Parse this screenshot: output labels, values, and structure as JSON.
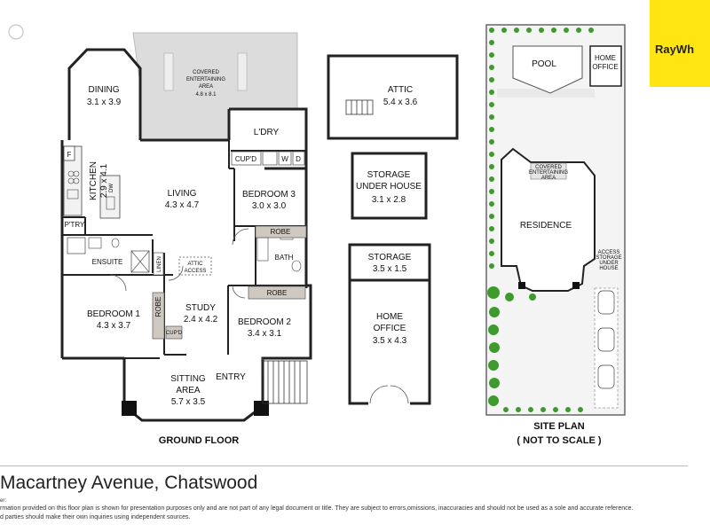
{
  "rooms": {
    "dining": {
      "name": "DINING",
      "size": "3.1 x 3.9"
    },
    "covered": {
      "line1": "COVERED",
      "line2": "ENTERTAINING",
      "line3": "AREA",
      "size": "4.8 x 8.1"
    },
    "kitchen": {
      "name": "KITCHEN",
      "size": "2.9 x 4.1"
    },
    "living": {
      "name": "LIVING",
      "size": "4.3 x 4.7"
    },
    "laundry": {
      "name": "L'DRY"
    },
    "cupd": "CUP'D",
    "w": "W",
    "d": "D",
    "f": "F",
    "dw": "DW",
    "pantry": "P'TRY",
    "bedroom3": {
      "name": "BEDROOM 3",
      "size": "3.0 x 3.0"
    },
    "robe": "ROBE",
    "ensuite": "ENSUITE",
    "linen": "LINEN",
    "bath": "BATH",
    "attic_access": {
      "line1": "ATTIC",
      "line2": "ACCESS"
    },
    "bedroom1": {
      "name": "BEDROOM 1",
      "size": "4.3 x 3.7"
    },
    "study": {
      "name": "STUDY",
      "size": "2.4 x 4.2"
    },
    "bedroom2": {
      "name": "BEDROOM 2",
      "size": "3.4 x 3.1"
    },
    "sitting": {
      "name": "SITTING",
      "name2": "AREA",
      "size": "5.7 x 3.5"
    },
    "entry": "ENTRY",
    "attic": {
      "name": "ATTIC",
      "size": "5.4 x 3.6"
    },
    "storage_under": {
      "line1": "STORAGE",
      "line2": "UNDER HOUSE",
      "size": "3.1 x 2.8"
    },
    "storage": {
      "name": "STORAGE",
      "size": "3.5 x 1.5"
    },
    "home_office": {
      "line1": "HOME",
      "line2": "OFFICE",
      "size": "3.5 x 4.3"
    }
  },
  "labels": {
    "ground_floor": "GROUND FLOOR",
    "site_plan": "SITE PLAN",
    "not_to_scale": "( NOT TO SCALE )"
  },
  "site": {
    "pool": "POOL",
    "home_office_1": "HOME",
    "home_office_2": "OFFICE",
    "residence": "RESIDENCE",
    "covered_1": "COVERED",
    "covered_2": "ENTERTAINING",
    "covered_3": "AREA",
    "access_1": "ACCESS",
    "access_2": "STORAGE",
    "access_3": "UNDER",
    "access_4": "HOUSE"
  },
  "brand": "RayWh",
  "address": "Macartney Avenue, Chatswood",
  "disclaimer_head": "er:",
  "disclaimer_1": "rmation provided on this floor plan is shown for presentation purposes only and are not part of any legal document or title. They are subject to errors,omissions, inaccuracies and should not be used as a sole and accurate reference.",
  "disclaimer_2": "d parties should make their own inquiries using independent sources.",
  "colors": {
    "brand_yellow": "#ffe512",
    "wall": "#222222",
    "covered_fill": "#dcdcdc",
    "robe_fill": "#cfc9c2",
    "grass": "#f4f4f4",
    "tree": "#3f9a2e"
  }
}
